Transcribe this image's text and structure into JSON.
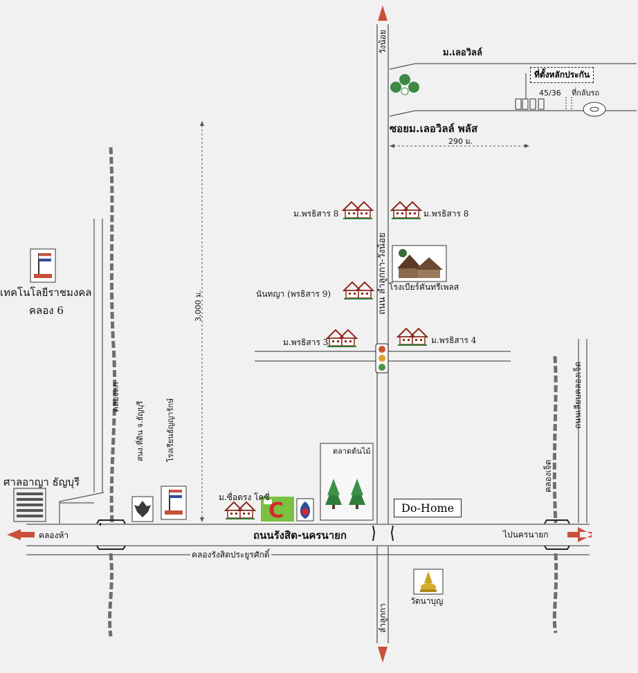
{
  "roads": {
    "north_label": "วังน้อย",
    "south_label": "ลำลูกกา",
    "main_vertical": "ถนน ลำลูกกา-วังน้อย",
    "main_horizontal": "ถนนรังสิต-นครนายก",
    "west_label": "คลองห้า",
    "east_label": "ไปนครนายก",
    "canal_horizontal": "คลองรังสิตประยูรศักดิ์",
    "canal_west": "คลองหก",
    "canal_east": "คลองเจ็ด",
    "road_east": "ถนนเลียบคลองเจ็ด"
  },
  "landmarks": {
    "village_top": "ม.เลอวิลล์",
    "soi": "ซอยม.เลอวิลล์ พลัส",
    "property": "ที่ตั้งหลักประกัน",
    "house_no": "45/36",
    "turnaround": "ที่กลับรถ",
    "distance_soi": "290 ม.",
    "distance_road": "3,000 ม.",
    "v1_left": "ม.พรธิสาร 8",
    "v1_right": "ม.พรธิสาร 8",
    "resort": "โรงเบียร์คันทรีเพลส",
    "v2_left": "นันทญา (พรธิสาร 9)",
    "v3_left": "ม.พรธิสาร 3",
    "v3_right": "ม.พรธิสาร 4",
    "university_1": "เทคโนโลยีราชมงคล",
    "university_2": "คลอง 6",
    "court": "ศาลอาญา ธัญบุรี",
    "district_office": "สนง.ที่ดิน จ.ธัญบุรี",
    "school": "โรงเรียนธัญญารักษ์",
    "village_sue": "ม.ซื่อตรง โคซี่",
    "market": "ตลาดต้นไม้",
    "dohome": "Do-Home",
    "temple": "วัดนาบุญ",
    "bigc_text": "C"
  },
  "colors": {
    "road_line": "#555555",
    "canal_dash": "#6e6e6e",
    "arrow": "#c8503a",
    "house_red": "#8b2a1a",
    "tree_green": "#2f7d3a",
    "bigc_green": "#7ac142",
    "bigc_red": "#d7262c"
  }
}
